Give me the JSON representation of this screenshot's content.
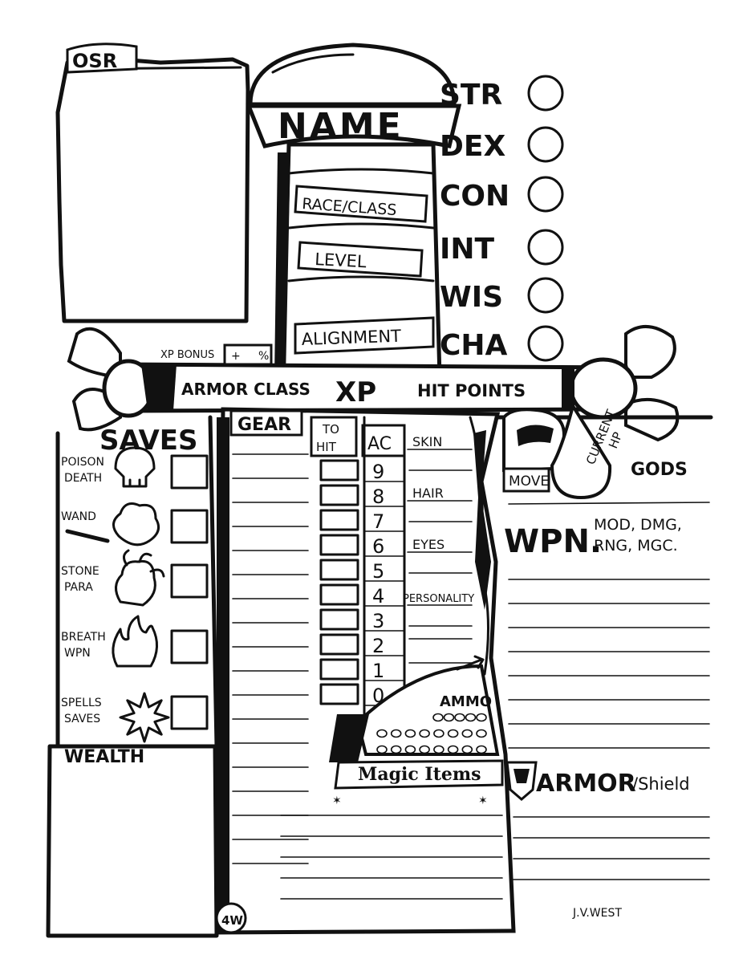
{
  "header": {
    "system": "OSR",
    "name_label": "NAME"
  },
  "hilt_fields": [
    "RACE/CLASS",
    "LEVEL",
    "ALIGNMENT"
  ],
  "ability_scores": [
    "STR",
    "DEX",
    "CON",
    "INT",
    "WIS",
    "CHA"
  ],
  "crossguard": {
    "xp_bonus": "XP BONUS",
    "plus": "+",
    "percent": "%",
    "armor_class": "ARMOR CLASS",
    "xp": "XP",
    "hit_points": "HIT POINTS"
  },
  "saves": {
    "title": "SAVES",
    "items": [
      {
        "line1": "POISON",
        "line2": "DEATH",
        "icon": "skull-icon"
      },
      {
        "line1": "WAND",
        "line2": "",
        "icon": "wand-cloud-icon"
      },
      {
        "line1": "STONE",
        "line2": "PARA",
        "icon": "snake-hair-icon"
      },
      {
        "line1": "BREATH",
        "line2": "WPN",
        "icon": "flame-icon"
      },
      {
        "line1": "SPELLS",
        "line2": "SAVES",
        "icon": "starburst-icon"
      }
    ]
  },
  "wealth_label": "WEALTH",
  "gear_label": "GEAR",
  "to_hit": {
    "line1": "TO",
    "line2": "HIT",
    "ac_label": "AC",
    "ac_values": [
      "9",
      "8",
      "7",
      "6",
      "5",
      "4",
      "3",
      "2",
      "1",
      "0"
    ]
  },
  "description_fields": [
    "SKIN",
    "HAIR",
    "EYES",
    "PERSONALITY"
  ],
  "move_label": "MOVE",
  "current_hp_line1": "CURRENT",
  "current_hp_line2": "HP",
  "gods_label": "GODS",
  "weapons": {
    "title": "WPN.",
    "cols_line1": "MOD, DMG,",
    "cols_line2": "RNG, MGC."
  },
  "ammo_label": "AMMO",
  "magic_items_label": "Magic Items",
  "armor_label": "ARMOR",
  "shield_label": "/Shield",
  "signature": "J.V.WEST",
  "monogram": "4W"
}
